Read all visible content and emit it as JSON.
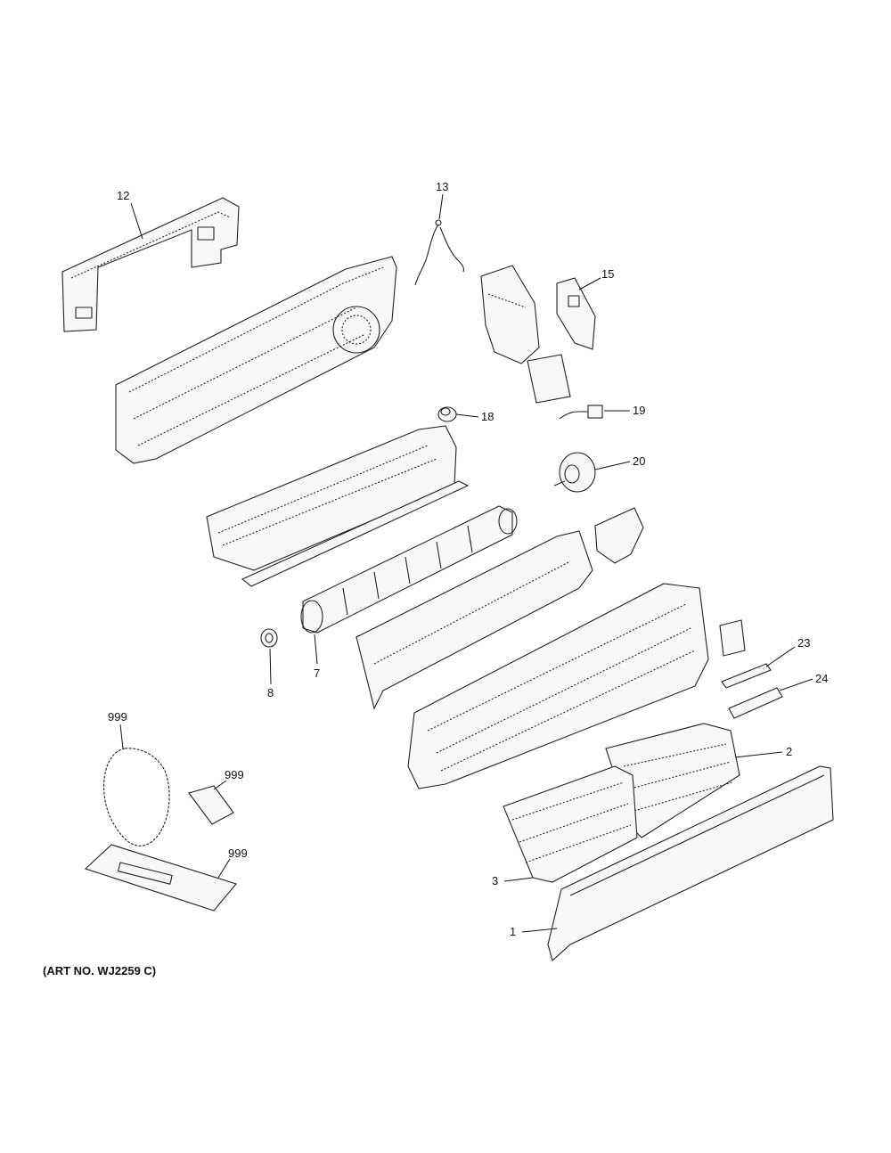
{
  "diagram": {
    "callouts": [
      {
        "id": "12",
        "label": "12"
      },
      {
        "id": "13",
        "label": "13"
      },
      {
        "id": "15",
        "label": "15"
      },
      {
        "id": "18",
        "label": "18"
      },
      {
        "id": "19",
        "label": "19"
      },
      {
        "id": "20",
        "label": "20"
      },
      {
        "id": "7",
        "label": "7"
      },
      {
        "id": "8",
        "label": "8"
      },
      {
        "id": "23",
        "label": "23"
      },
      {
        "id": "24",
        "label": "24"
      },
      {
        "id": "2",
        "label": "2"
      },
      {
        "id": "3",
        "label": "3"
      },
      {
        "id": "1",
        "label": "1"
      },
      {
        "id": "999a",
        "label": "999"
      },
      {
        "id": "999b",
        "label": "999"
      },
      {
        "id": "999c",
        "label": "999"
      }
    ],
    "art_number": "(ART NO. WJ2259 C)"
  }
}
